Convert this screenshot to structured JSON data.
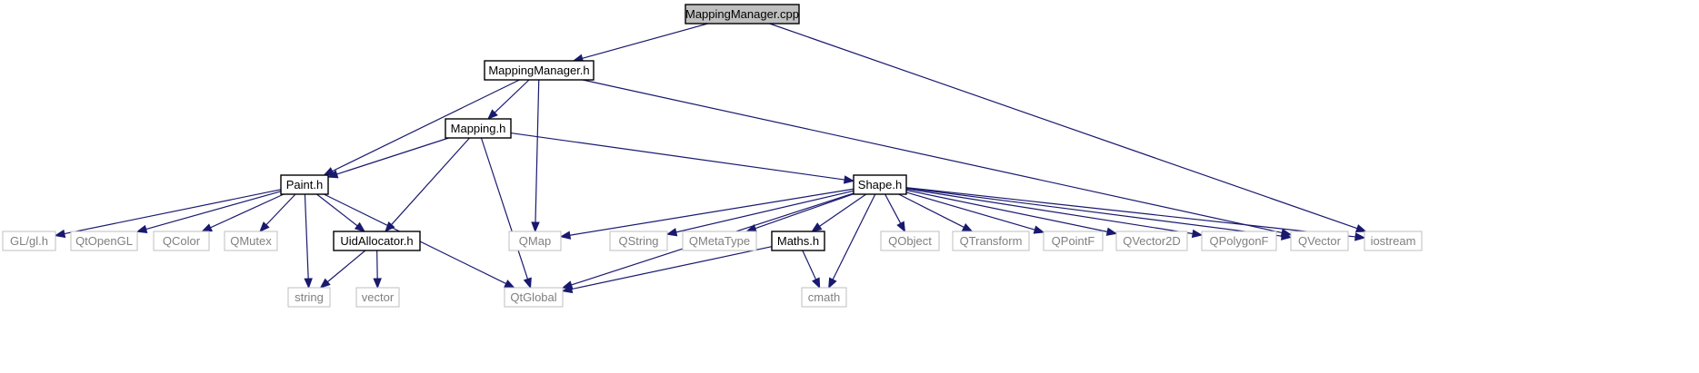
{
  "diagram": {
    "nodes": [
      {
        "id": "MappingManager_cpp",
        "label": "MappingManager.cpp",
        "kind": "root"
      },
      {
        "id": "MappingManager_h",
        "label": "MappingManager.h",
        "kind": "doc"
      },
      {
        "id": "Mapping_h",
        "label": "Mapping.h",
        "kind": "doc"
      },
      {
        "id": "Paint_h",
        "label": "Paint.h",
        "kind": "doc"
      },
      {
        "id": "Shape_h",
        "label": "Shape.h",
        "kind": "doc"
      },
      {
        "id": "UidAllocator_h",
        "label": "UidAllocator.h",
        "kind": "doc"
      },
      {
        "id": "Maths_h",
        "label": "Maths.h",
        "kind": "doc"
      },
      {
        "id": "GL_gl_h",
        "label": "GL/gl.h",
        "kind": "ext"
      },
      {
        "id": "QtOpenGL",
        "label": "QtOpenGL",
        "kind": "ext"
      },
      {
        "id": "QColor",
        "label": "QColor",
        "kind": "ext"
      },
      {
        "id": "QMutex",
        "label": "QMutex",
        "kind": "ext"
      },
      {
        "id": "QMap",
        "label": "QMap",
        "kind": "ext"
      },
      {
        "id": "QString",
        "label": "QString",
        "kind": "ext"
      },
      {
        "id": "QMetaType",
        "label": "QMetaType",
        "kind": "ext"
      },
      {
        "id": "QObject",
        "label": "QObject",
        "kind": "ext"
      },
      {
        "id": "QTransform",
        "label": "QTransform",
        "kind": "ext"
      },
      {
        "id": "QPointF",
        "label": "QPointF",
        "kind": "ext"
      },
      {
        "id": "QVector2D",
        "label": "QVector2D",
        "kind": "ext"
      },
      {
        "id": "QPolygonF",
        "label": "QPolygonF",
        "kind": "ext"
      },
      {
        "id": "QVector",
        "label": "QVector",
        "kind": "ext"
      },
      {
        "id": "iostream",
        "label": "iostream",
        "kind": "ext"
      },
      {
        "id": "string",
        "label": "string",
        "kind": "ext"
      },
      {
        "id": "vector",
        "label": "vector",
        "kind": "ext"
      },
      {
        "id": "QtGlobal",
        "label": "QtGlobal",
        "kind": "ext"
      },
      {
        "id": "cmath",
        "label": "cmath",
        "kind": "ext"
      }
    ],
    "edges": [
      [
        "MappingManager_cpp",
        "MappingManager_h"
      ],
      [
        "MappingManager_cpp",
        "iostream"
      ],
      [
        "MappingManager_h",
        "Mapping_h"
      ],
      [
        "MappingManager_h",
        "Paint_h"
      ],
      [
        "MappingManager_h",
        "QMap"
      ],
      [
        "MappingManager_h",
        "QVector"
      ],
      [
        "Mapping_h",
        "Paint_h"
      ],
      [
        "Mapping_h",
        "UidAllocator_h"
      ],
      [
        "Mapping_h",
        "QtGlobal"
      ],
      [
        "Mapping_h",
        "Shape_h"
      ],
      [
        "Paint_h",
        "GL_gl_h"
      ],
      [
        "Paint_h",
        "QtOpenGL"
      ],
      [
        "Paint_h",
        "QColor"
      ],
      [
        "Paint_h",
        "QMutex"
      ],
      [
        "Paint_h",
        "UidAllocator_h"
      ],
      [
        "Paint_h",
        "string"
      ],
      [
        "Paint_h",
        "QtGlobal"
      ],
      [
        "UidAllocator_h",
        "string"
      ],
      [
        "UidAllocator_h",
        "vector"
      ],
      [
        "Shape_h",
        "QMap"
      ],
      [
        "Shape_h",
        "QtGlobal"
      ],
      [
        "Shape_h",
        "QString"
      ],
      [
        "Shape_h",
        "QMetaType"
      ],
      [
        "Shape_h",
        "Maths_h"
      ],
      [
        "Shape_h",
        "cmath"
      ],
      [
        "Shape_h",
        "QObject"
      ],
      [
        "Shape_h",
        "QTransform"
      ],
      [
        "Shape_h",
        "QPointF"
      ],
      [
        "Shape_h",
        "QVector2D"
      ],
      [
        "Shape_h",
        "QPolygonF"
      ],
      [
        "Shape_h",
        "QVector"
      ],
      [
        "Shape_h",
        "iostream"
      ],
      [
        "Maths_h",
        "QtGlobal"
      ],
      [
        "Maths_h",
        "cmath"
      ]
    ]
  },
  "colors": {
    "edge": "#191970",
    "root_fill": "#bfbfbf",
    "doc_border": "#000000",
    "ext_border": "#bfbfbf",
    "ext_text": "#808080"
  }
}
